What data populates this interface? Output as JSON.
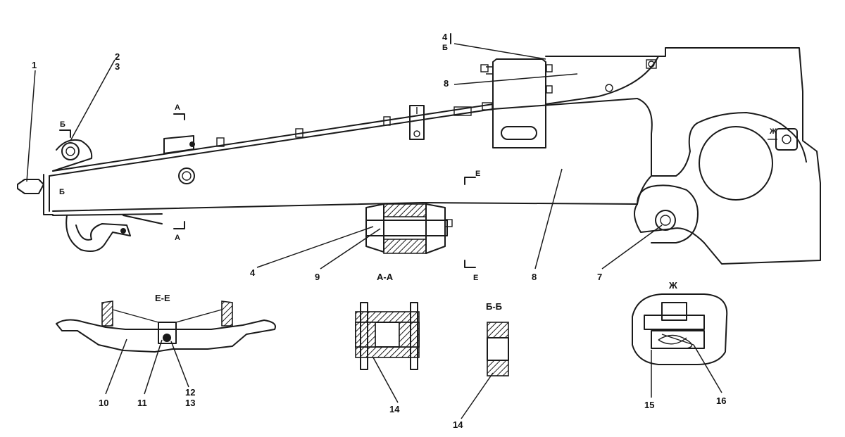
{
  "callouts": {
    "n1": "1",
    "n2": "2",
    "n3": "3",
    "n4_top": "4",
    "n4": "4",
    "n7": "7",
    "n8_top": "8",
    "n8": "8",
    "n9": "9",
    "n10": "10",
    "n11": "11",
    "n12": "12",
    "n13": "13",
    "n14_a": "14",
    "n14_b": "14",
    "n15": "15",
    "n16": "16"
  },
  "section_marks": {
    "a": "А",
    "b": "Б",
    "e": "Е",
    "zh": "Ж"
  },
  "section_titles": {
    "ee": "Е-Е",
    "aa": "А-А",
    "bb": "Б-Б",
    "zh": "Ж"
  }
}
